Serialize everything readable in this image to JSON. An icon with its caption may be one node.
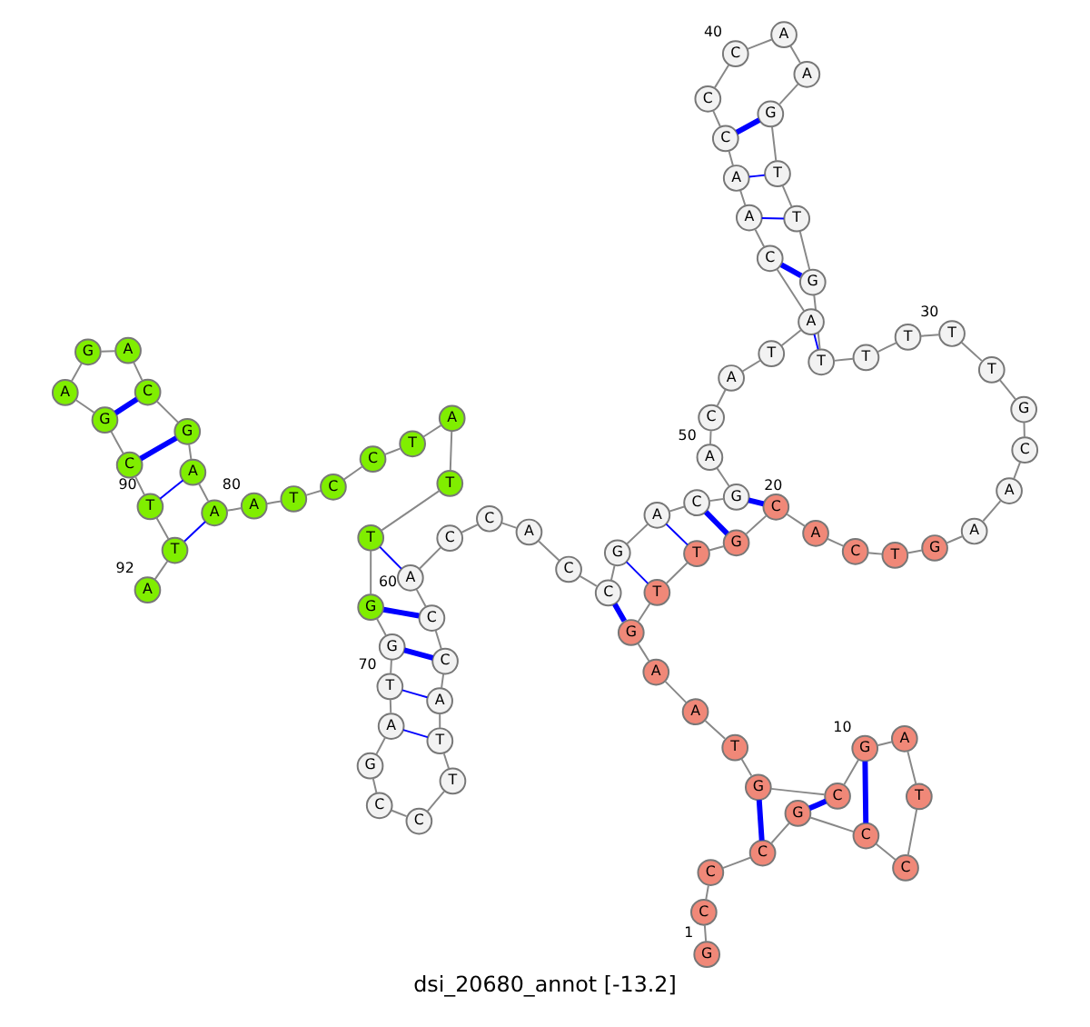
{
  "diagram": {
    "caption": "dsi_20680_annot [-13.2]",
    "nodes": [
      {
        "text": [
          "G"
        ],
        "beside": [
          "1"
        ]
      },
      {
        "text": [
          "C"
        ]
      },
      {
        "text": [
          "C"
        ]
      },
      {
        "text": [
          "C"
        ]
      },
      {
        "text": [
          "G"
        ]
      },
      {
        "text": [
          "C"
        ]
      },
      {
        "text": [
          "C"
        ]
      },
      {
        "text": [
          "T"
        ]
      },
      {
        "text": [
          "A"
        ]
      },
      {
        "text": [
          "G"
        ],
        "beside": [
          "10"
        ]
      },
      {
        "text": [
          "C"
        ]
      },
      {
        "text": [
          "G"
        ]
      },
      {
        "text": [
          "T"
        ]
      },
      {
        "text": [
          "A"
        ]
      },
      {
        "text": [
          "A"
        ]
      },
      {
        "text": [
          "G"
        ]
      },
      {
        "text": [
          "T"
        ]
      },
      {
        "text": [
          "T"
        ]
      },
      {
        "text": [
          "G"
        ]
      },
      {
        "text": [
          "C"
        ],
        "beside": [
          "20"
        ]
      },
      {
        "text": [
          "A"
        ]
      },
      {
        "text": [
          "C"
        ]
      },
      {
        "text": [
          "T"
        ]
      },
      {
        "text": [
          "G"
        ]
      },
      {
        "text": [
          "A"
        ]
      },
      {
        "text": [
          "A"
        ]
      },
      {
        "text": [
          "C"
        ]
      },
      {
        "text": [
          "G"
        ]
      },
      {
        "text": [
          "T"
        ]
      },
      {
        "text": [
          "T"
        ],
        "beside": [
          "30"
        ]
      },
      {
        "text": [
          "T"
        ]
      },
      {
        "text": [
          "T"
        ]
      },
      {
        "text": [
          "T"
        ]
      },
      {
        "text": [
          "G"
        ]
      },
      {
        "text": [
          "T"
        ]
      },
      {
        "text": [
          "T"
        ]
      },
      {
        "text": [
          "G"
        ]
      },
      {
        "text": [
          "A"
        ]
      },
      {
        "text": [
          "A"
        ]
      },
      {
        "text": [
          "C"
        ],
        "beside": [
          "40"
        ]
      },
      {
        "text": [
          "C"
        ]
      },
      {
        "text": [
          "C"
        ]
      },
      {
        "text": [
          "A"
        ]
      },
      {
        "text": [
          "A"
        ]
      },
      {
        "text": [
          "C"
        ]
      },
      {
        "text": [
          "A"
        ]
      },
      {
        "text": [
          "T"
        ]
      },
      {
        "text": [
          "A"
        ]
      },
      {
        "text": [
          "C"
        ]
      },
      {
        "text": [
          "A"
        ],
        "beside": [
          "50"
        ]
      },
      {
        "text": [
          "G"
        ]
      },
      {
        "text": [
          "C"
        ]
      },
      {
        "text": [
          "A"
        ]
      },
      {
        "text": [
          "G"
        ]
      },
      {
        "text": [
          "C"
        ]
      },
      {
        "text": [
          "C"
        ]
      },
      {
        "text": [
          "A"
        ]
      },
      {
        "text": [
          "C"
        ]
      },
      {
        "text": [
          "C"
        ]
      },
      {
        "text": [
          "A"
        ],
        "beside": [
          "60"
        ]
      },
      {
        "text": [
          "C"
        ]
      },
      {
        "text": [
          "C"
        ]
      },
      {
        "text": [
          "A"
        ]
      },
      {
        "text": [
          "T"
        ]
      },
      {
        "text": [
          "T"
        ]
      },
      {
        "text": [
          "C"
        ]
      },
      {
        "text": [
          "C"
        ]
      },
      {
        "text": [
          "G"
        ]
      },
      {
        "text": [
          "A"
        ]
      },
      {
        "text": [
          "T"
        ],
        "beside": [
          "70"
        ]
      },
      {
        "text": [
          "G"
        ]
      },
      {
        "text": [
          "G"
        ]
      },
      {
        "text": [
          "T"
        ]
      },
      {
        "text": [
          "T"
        ]
      },
      {
        "text": [
          "A"
        ]
      },
      {
        "text": [
          "T"
        ]
      },
      {
        "text": [
          "C"
        ]
      },
      {
        "text": [
          "C"
        ]
      },
      {
        "text": [
          "T"
        ]
      },
      {
        "text": [
          "A"
        ],
        "beside": [
          "80"
        ]
      },
      {
        "text": [
          "A"
        ]
      },
      {
        "text": [
          "A"
        ]
      },
      {
        "text": [
          "G"
        ]
      },
      {
        "text": [
          "C"
        ]
      },
      {
        "text": [
          "A"
        ]
      },
      {
        "text": [
          "G"
        ]
      },
      {
        "text": [
          "A"
        ]
      },
      {
        "text": [
          "G"
        ]
      },
      {
        "text": [
          "C"
        ]
      },
      {
        "text": [
          "T"
        ],
        "beside": [
          "90"
        ]
      },
      {
        "text": [
          "T"
        ]
      },
      {
        "text": [
          "A"
        ],
        "beside": [
          "92"
        ]
      }
    ],
    "edges": [
      {
        "from": 0,
        "to": 1,
        "arrow": "none"
      },
      {
        "from": 1,
        "to": 2,
        "arrow": "none"
      },
      {
        "from": 2,
        "to": 3,
        "arrow": "none"
      },
      {
        "from": 3,
        "to": 4,
        "arrow": "none"
      },
      {
        "from": 4,
        "to": 5,
        "arrow": "none"
      },
      {
        "from": 5,
        "to": 6,
        "arrow": "none"
      },
      {
        "from": 6,
        "to": 7,
        "arrow": "none"
      },
      {
        "from": 7,
        "to": 8,
        "arrow": "none"
      },
      {
        "from": 8,
        "to": 9,
        "arrow": "none"
      },
      {
        "from": 9,
        "to": 10,
        "arrow": "none"
      },
      {
        "from": 10,
        "to": 11,
        "arrow": "none"
      },
      {
        "from": 11,
        "to": 12,
        "arrow": "none"
      },
      {
        "from": 12,
        "to": 13,
        "arrow": "none"
      },
      {
        "from": 13,
        "to": 14,
        "arrow": "none"
      },
      {
        "from": 14,
        "to": 15,
        "arrow": "none"
      },
      {
        "from": 15,
        "to": 16,
        "arrow": "none"
      },
      {
        "from": 16,
        "to": 17,
        "arrow": "none"
      },
      {
        "from": 17,
        "to": 18,
        "arrow": "none"
      },
      {
        "from": 18,
        "to": 19,
        "arrow": "none"
      },
      {
        "from": 19,
        "to": 20,
        "arrow": "none"
      },
      {
        "from": 20,
        "to": 21,
        "arrow": "none"
      },
      {
        "from": 21,
        "to": 22,
        "arrow": "none"
      },
      {
        "from": 22,
        "to": 23,
        "arrow": "none"
      },
      {
        "from": 23,
        "to": 24,
        "arrow": "none"
      },
      {
        "from": 24,
        "to": 25,
        "arrow": "none"
      },
      {
        "from": 25,
        "to": 26,
        "arrow": "none"
      },
      {
        "from": 26,
        "to": 27,
        "arrow": "none"
      },
      {
        "from": 27,
        "to": 28,
        "arrow": "none"
      },
      {
        "from": 28,
        "to": 29,
        "arrow": "none"
      },
      {
        "from": 29,
        "to": 30,
        "arrow": "none"
      },
      {
        "from": 30,
        "to": 31,
        "arrow": "none"
      },
      {
        "from": 31,
        "to": 32,
        "arrow": "none"
      },
      {
        "from": 32,
        "to": 33,
        "arrow": "none"
      },
      {
        "from": 33,
        "to": 34,
        "arrow": "none"
      },
      {
        "from": 34,
        "to": 35,
        "arrow": "none"
      },
      {
        "from": 35,
        "to": 36,
        "arrow": "none"
      },
      {
        "from": 36,
        "to": 37,
        "arrow": "none"
      },
      {
        "from": 37,
        "to": 38,
        "arrow": "none"
      },
      {
        "from": 38,
        "to": 39,
        "arrow": "none"
      },
      {
        "from": 39,
        "to": 40,
        "arrow": "none"
      },
      {
        "from": 40,
        "to": 41,
        "arrow": "none"
      },
      {
        "from": 41,
        "to": 42,
        "arrow": "none"
      },
      {
        "from": 42,
        "to": 43,
        "arrow": "none"
      },
      {
        "from": 43,
        "to": 44,
        "arrow": "none"
      },
      {
        "from": 44,
        "to": 45,
        "arrow": "none"
      },
      {
        "from": 45,
        "to": 46,
        "arrow": "none"
      },
      {
        "from": 46,
        "to": 47,
        "arrow": "none"
      },
      {
        "from": 47,
        "to": 48,
        "arrow": "none"
      },
      {
        "from": 48,
        "to": 49,
        "arrow": "none"
      },
      {
        "from": 49,
        "to": 50,
        "arrow": "none"
      },
      {
        "from": 50,
        "to": 51,
        "arrow": "none"
      },
      {
        "from": 51,
        "to": 52,
        "arrow": "none"
      },
      {
        "from": 52,
        "to": 53,
        "arrow": "none"
      },
      {
        "from": 53,
        "to": 54,
        "arrow": "none"
      },
      {
        "from": 54,
        "to": 55,
        "arrow": "none"
      },
      {
        "from": 55,
        "to": 56,
        "arrow": "none"
      },
      {
        "from": 56,
        "to": 57,
        "arrow": "none"
      },
      {
        "from": 57,
        "to": 58,
        "arrow": "none"
      },
      {
        "from": 58,
        "to": 59,
        "arrow": "none"
      },
      {
        "from": 59,
        "to": 60,
        "arrow": "none"
      },
      {
        "from": 60,
        "to": 61,
        "arrow": "none"
      },
      {
        "from": 61,
        "to": 62,
        "arrow": "none"
      },
      {
        "from": 62,
        "to": 63,
        "arrow": "none"
      },
      {
        "from": 63,
        "to": 64,
        "arrow": "none"
      },
      {
        "from": 64,
        "to": 65,
        "arrow": "none"
      },
      {
        "from": 65,
        "to": 66,
        "arrow": "none"
      },
      {
        "from": 66,
        "to": 67,
        "arrow": "none"
      },
      {
        "from": 67,
        "to": 68,
        "arrow": "none"
      },
      {
        "from": 68,
        "to": 69,
        "arrow": "none"
      },
      {
        "from": 69,
        "to": 70,
        "arrow": "none"
      },
      {
        "from": 70,
        "to": 71,
        "arrow": "none"
      },
      {
        "from": 71,
        "to": 72,
        "arrow": "none"
      },
      {
        "from": 72,
        "to": 73,
        "arrow": "none"
      },
      {
        "from": 73,
        "to": 74,
        "arrow": "none"
      },
      {
        "from": 74,
        "to": 75,
        "arrow": "none"
      },
      {
        "from": 75,
        "to": 76,
        "arrow": "none"
      },
      {
        "from": 76,
        "to": 77,
        "arrow": "none"
      },
      {
        "from": 77,
        "to": 78,
        "arrow": "none"
      },
      {
        "from": 78,
        "to": 79,
        "arrow": "none"
      },
      {
        "from": 79,
        "to": 80,
        "arrow": "none"
      },
      {
        "from": 80,
        "to": 81,
        "arrow": "none"
      },
      {
        "from": 81,
        "to": 82,
        "arrow": "none"
      },
      {
        "from": 82,
        "to": 83,
        "arrow": "none"
      },
      {
        "from": 83,
        "to": 84,
        "arrow": "none"
      },
      {
        "from": 84,
        "to": 85,
        "arrow": "none"
      },
      {
        "from": 85,
        "to": 86,
        "arrow": "none"
      },
      {
        "from": 86,
        "to": 87,
        "arrow": "none"
      },
      {
        "from": 87,
        "to": 88,
        "arrow": "none"
      },
      {
        "from": 88,
        "to": 89,
        "arrow": "none"
      },
      {
        "from": 89,
        "to": 90,
        "arrow": "none"
      },
      {
        "from": 90,
        "to": 91,
        "arrow": "none"
      },
      {
        "from": 3,
        "to": 11,
        "arrow": "none",
        "style": "thick",
        "color": "#0000ff"
      },
      {
        "from": 4,
        "to": 10,
        "arrow": "none",
        "style": "thick",
        "color": "#0000ff"
      },
      {
        "from": 5,
        "to": 9,
        "arrow": "none",
        "style": "thick",
        "color": "#0000ff"
      },
      {
        "from": 15,
        "to": 54,
        "arrow": "none",
        "style": "thick",
        "color": "#0000ff"
      },
      {
        "from": 16,
        "to": 53,
        "arrow": "none",
        "color": "#0000ff"
      },
      {
        "from": 17,
        "to": 52,
        "arrow": "none",
        "color": "#0000ff"
      },
      {
        "from": 18,
        "to": 51,
        "arrow": "none",
        "style": "thick",
        "color": "#0000ff"
      },
      {
        "from": 19,
        "to": 50,
        "arrow": "none",
        "style": "thick",
        "color": "#0000ff"
      },
      {
        "from": 32,
        "to": 45,
        "arrow": "none",
        "color": "#0000ff"
      },
      {
        "from": 33,
        "to": 44,
        "arrow": "none",
        "style": "thick",
        "color": "#0000ff"
      },
      {
        "from": 34,
        "to": 43,
        "arrow": "none",
        "color": "#0000ff"
      },
      {
        "from": 35,
        "to": 42,
        "arrow": "none",
        "color": "#0000ff"
      },
      {
        "from": 36,
        "to": 41,
        "arrow": "none",
        "style": "thick",
        "color": "#0000ff"
      },
      {
        "from": 59,
        "to": 72,
        "arrow": "none",
        "color": "#0000ff"
      },
      {
        "from": 60,
        "to": 71,
        "arrow": "none",
        "style": "thick",
        "color": "#0000ff"
      },
      {
        "from": 61,
        "to": 70,
        "arrow": "none",
        "style": "thick",
        "color": "#0000ff"
      },
      {
        "from": 62,
        "to": 69,
        "arrow": "none",
        "color": "#0000ff"
      },
      {
        "from": 63,
        "to": 68,
        "arrow": "none",
        "color": "#0000ff"
      },
      {
        "from": 80,
        "to": 90,
        "arrow": "none",
        "color": "#0000ff"
      },
      {
        "from": 81,
        "to": 89,
        "arrow": "none",
        "color": "#0000ff"
      },
      {
        "from": 82,
        "to": 88,
        "arrow": "none",
        "style": "thick",
        "color": "#0000ff"
      },
      {
        "from": 83,
        "to": 87,
        "arrow": "none",
        "style": "thick",
        "color": "#0000ff"
      }
    ]
  }
}
